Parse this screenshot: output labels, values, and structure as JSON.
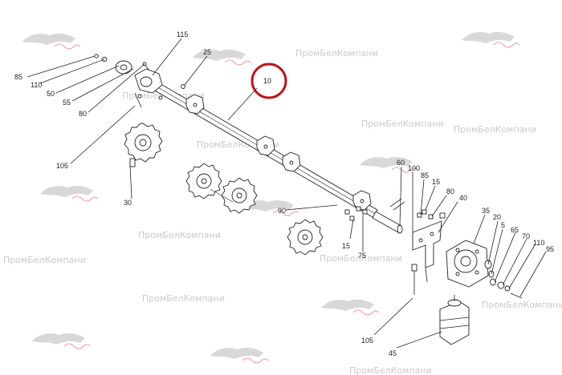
{
  "watermark_text": "ПромБелКомпани",
  "highlight_color": "#c0141c",
  "callouts": [
    {
      "id": "c115",
      "text": "115"
    },
    {
      "id": "c85a",
      "text": "85"
    },
    {
      "id": "c110a",
      "text": "110"
    },
    {
      "id": "c50",
      "text": "50"
    },
    {
      "id": "c55",
      "text": "55"
    },
    {
      "id": "c80a",
      "text": "80"
    },
    {
      "id": "c25",
      "text": "25"
    },
    {
      "id": "c10",
      "text": "10"
    },
    {
      "id": "c105a",
      "text": "105"
    },
    {
      "id": "c30",
      "text": "30"
    },
    {
      "id": "c60",
      "text": "60"
    },
    {
      "id": "c100",
      "text": "100"
    },
    {
      "id": "c85b",
      "text": "85"
    },
    {
      "id": "c15a",
      "text": "15"
    },
    {
      "id": "c80b",
      "text": "80"
    },
    {
      "id": "c40",
      "text": "40"
    },
    {
      "id": "c35",
      "text": "35"
    },
    {
      "id": "c20",
      "text": "20"
    },
    {
      "id": "c5",
      "text": "5"
    },
    {
      "id": "c65",
      "text": "65"
    },
    {
      "id": "c70",
      "text": "70"
    },
    {
      "id": "c110b",
      "text": "110"
    },
    {
      "id": "c95",
      "text": "95"
    },
    {
      "id": "c90",
      "text": "90"
    },
    {
      "id": "c15b",
      "text": "15"
    },
    {
      "id": "c75",
      "text": "75"
    },
    {
      "id": "c105b",
      "text": "105"
    },
    {
      "id": "c45",
      "text": "45"
    }
  ]
}
